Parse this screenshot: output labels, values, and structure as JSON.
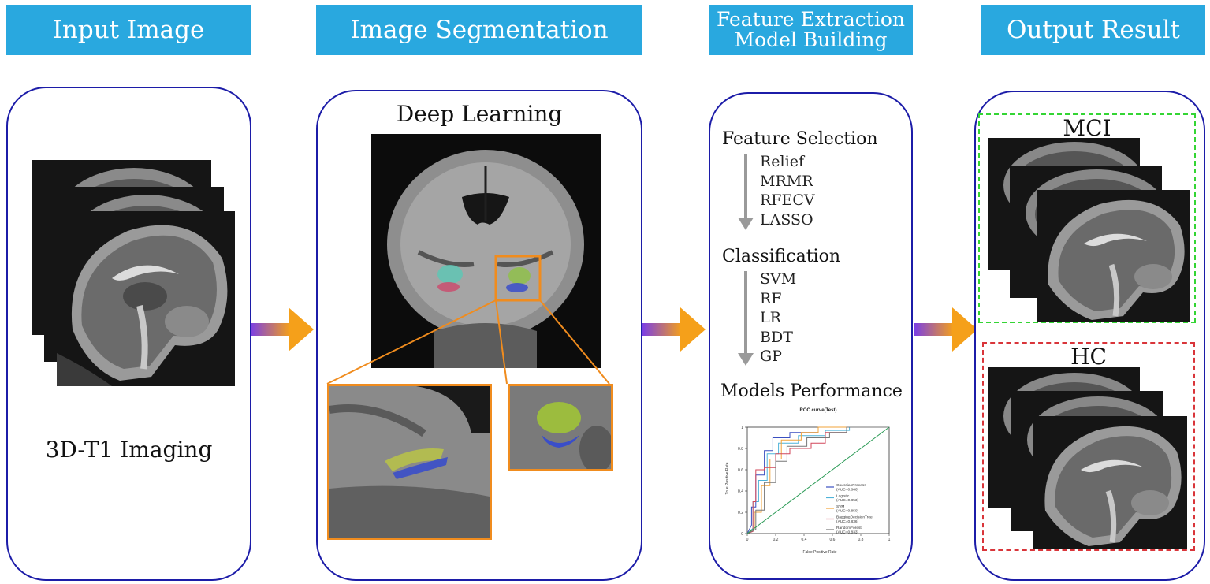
{
  "headers": {
    "input": "Input Image",
    "segmentation": "Image Segmentation",
    "feature_line1": "Feature Extraction",
    "feature_line2": "Model Building",
    "output": "Output Result"
  },
  "input_panel": {
    "caption": "3D-T1 Imaging"
  },
  "segmentation_panel": {
    "title": "Deep Learning"
  },
  "feature_panel": {
    "feature_selection": {
      "title": "Feature Selection",
      "items": [
        "Relief",
        "MRMR",
        "RFECV",
        "LASSO"
      ]
    },
    "classification": {
      "title": "Classification",
      "items": [
        "SVM",
        "RF",
        "LR",
        "BDT",
        "GP"
      ]
    },
    "performance_title": "Models Performance"
  },
  "output_panel": {
    "mci_label": "MCI",
    "hc_label": "HC"
  },
  "colors": {
    "header": "#29a8df",
    "panel_border": "#1c1ca8",
    "arrow_orange": "#f5a01a",
    "arrow_purple": "#7b3fe4",
    "mci_box": "#34d534",
    "hc_box": "#d9353a",
    "zoom_orange": "#f08c1e"
  },
  "chart_data": {
    "type": "line",
    "title": "ROC curve(Test)",
    "xlabel": "False Positive Rate",
    "ylabel": "True Positive Rate",
    "xlim": [
      0,
      1
    ],
    "ylim": [
      0,
      1
    ],
    "x_ticks": [
      "0",
      "0.2",
      "0.4",
      "0.6",
      "0.8",
      "1"
    ],
    "y_ticks": [
      "0",
      "0.2",
      "0.4",
      "0.6",
      "0.8",
      "1"
    ],
    "legend_position": "bottom-right",
    "series": [
      {
        "name": "GaussianProcess",
        "auc_label": "(AUC=0.866)",
        "color": "#3a4fc0",
        "x": [
          0,
          0.03,
          0.03,
          0.06,
          0.06,
          0.12,
          0.12,
          0.18,
          0.18,
          0.3,
          0.3,
          0.5,
          0.5,
          0.7,
          0.7,
          1
        ],
        "y": [
          0,
          0.08,
          0.25,
          0.25,
          0.55,
          0.55,
          0.78,
          0.78,
          0.9,
          0.9,
          0.95,
          0.95,
          1,
          1,
          1,
          1
        ]
      },
      {
        "name": "Logistic",
        "auc_label": "(AUC=0.853)",
        "color": "#4fb3d9",
        "x": [
          0,
          0.04,
          0.04,
          0.08,
          0.08,
          0.14,
          0.14,
          0.22,
          0.22,
          0.36,
          0.36,
          0.55,
          0.55,
          0.72,
          0.72,
          1
        ],
        "y": [
          0,
          0.05,
          0.3,
          0.3,
          0.5,
          0.5,
          0.75,
          0.75,
          0.85,
          0.85,
          0.92,
          0.92,
          0.97,
          0.97,
          1,
          1
        ]
      },
      {
        "name": "SVM",
        "auc_label": "(AUC=0.850)",
        "color": "#f2a33a",
        "x": [
          0,
          0.05,
          0.05,
          0.1,
          0.1,
          0.16,
          0.16,
          0.24,
          0.24,
          0.38,
          0.38,
          0.5,
          0.5,
          0.62,
          0.62,
          1
        ],
        "y": [
          0,
          0.05,
          0.2,
          0.2,
          0.45,
          0.45,
          0.7,
          0.7,
          0.88,
          0.88,
          0.95,
          0.95,
          1,
          1,
          1,
          1
        ]
      },
      {
        "name": "BaggingDecisionTree",
        "auc_label": "(AUC=0.836)",
        "color": "#d2465a",
        "x": [
          0,
          0.04,
          0.04,
          0.06,
          0.06,
          0.12,
          0.12,
          0.2,
          0.2,
          0.3,
          0.3,
          0.45,
          0.45,
          0.55,
          0.55,
          0.7,
          0.7,
          1
        ],
        "y": [
          0,
          0.02,
          0.3,
          0.3,
          0.6,
          0.6,
          0.62,
          0.62,
          0.75,
          0.75,
          0.8,
          0.8,
          0.85,
          0.85,
          0.95,
          0.95,
          1,
          1
        ]
      },
      {
        "name": "RandomForest",
        "auc_label": "(AUC=0.833)",
        "color": "#777777",
        "x": [
          0,
          0.06,
          0.06,
          0.12,
          0.12,
          0.2,
          0.2,
          0.28,
          0.28,
          0.42,
          0.42,
          0.58,
          0.58,
          0.7,
          0.7,
          1
        ],
        "y": [
          0,
          0.04,
          0.22,
          0.22,
          0.48,
          0.48,
          0.68,
          0.68,
          0.82,
          0.82,
          0.9,
          0.9,
          0.95,
          0.95,
          1,
          1
        ]
      },
      {
        "name": "",
        "auc_label": "",
        "color": "#2a9a55",
        "x": [
          0,
          1
        ],
        "y": [
          0,
          1
        ]
      }
    ]
  }
}
